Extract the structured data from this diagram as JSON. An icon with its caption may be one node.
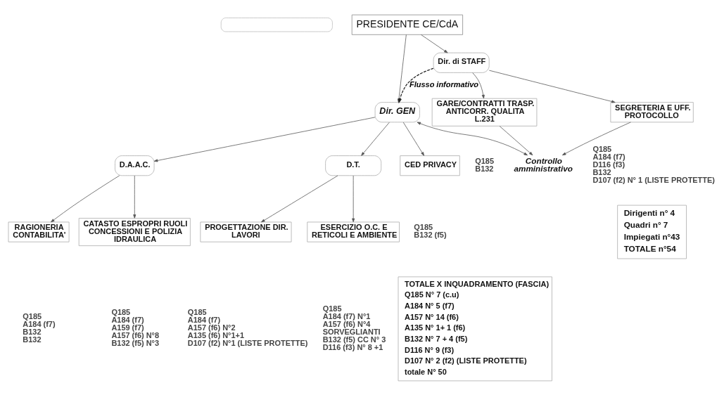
{
  "diagram": {
    "nodes": [
      {
        "text": [],
        "shape": "box"
      },
      {
        "text": [
          "PRESIDENTE CE/CdA"
        ]
      },
      {
        "text": [
          "Dir. GEN"
        ]
      },
      {
        "text": [
          "Dir. di STAFF"
        ]
      },
      {
        "text": [
          "D.A.A.C."
        ]
      },
      {
        "text": [
          "D.T."
        ]
      },
      {
        "text": [
          "CED PRIVACY"
        ],
        "beside": [
          "Q185",
          "B132 (f5)"
        ]
      },
      {
        "text": [
          "RAGIONERIA CONTABILITA'"
        ],
        "beside": [
          "Q185",
          "A184 (f7)",
          "B132",
          "B132"
        ]
      },
      {
        "text": [
          "CATASTO ESPROPRI RUOLI CONCESSIONI E POLIZIA IDRAULICA"
        ],
        "beside": [
          "Q185",
          "A184 (f7)",
          "A159 (f7)",
          "A157 (f6) N°8",
          "B132 (f5) N°3"
        ]
      },
      {
        "text": [
          "PROGETTAZIONE DIR. LAVORI"
        ],
        "beside": [
          "Q185",
          "A184 (f7)",
          "A157 (f6) N°2",
          "A135 (f6) N°1+1",
          "D107 (f2) N°1 (LISTE PROTETTE)"
        ]
      },
      {
        "text": [
          "ESERCIZIO O.C. E RETICOLI E AMBIENTE"
        ],
        "beside": [
          "Q185",
          "A184 (f7) N°1",
          "A157 (f6) N°4",
          "SORVEGLIANTI",
          "B132 (f5) CC N° 3",
          "D116 (f3) N° 8 +1"
        ]
      },
      {
        "text": [
          "GARE/CONTRATTI TRASP. ANTICORR. QUALITA L.231"
        ],
        "beside": [
          "Q185",
          "B132"
        ]
      },
      {
        "text": [
          "SEGRETERIA E UFF. PROTOCOLLO"
        ],
        "beside": [
          "Q185",
          "A184 (f7)",
          "D116 (f3)",
          "B132",
          "D107 (f2) N° 1 (LISTE PROTETTE)"
        ]
      },
      {
        "text": [
          "Controllo amministrativo"
        ]
      },
      {
        "text": [
          "TOTALE X INQUADRAMENTO (FASCIA)",
          "Q185 N° 7 (c.u)",
          "A184 N° 5 (f7)",
          "A157 N° 14 (f6)",
          "A135 N° 1+ 1 (f6)",
          "B132 N° 7 + 4 (f5)",
          "D116 N° 9 (f3)",
          "D107 N° 2 (f2) (LISTE PROTETTE)",
          "totale N° 50"
        ]
      },
      {
        "text": [
          "Dirigenti n° 4",
          "Quadri n° 7",
          "Impiegati n°43",
          "TOTALE n°54"
        ]
      }
    ],
    "edges": [
      {
        "from": 1,
        "to": 2,
        "arrow": "to"
      },
      {
        "from": 1,
        "to": 3,
        "arrow": "to"
      },
      {
        "from": 3,
        "to": 2,
        "arrow": "to",
        "style": "dashed",
        "label": "Flusso informativo"
      },
      {
        "from": 2,
        "to": 6,
        "arrow": "to"
      },
      {
        "from": 2,
        "to": 4,
        "arrow": "to"
      },
      {
        "from": 2,
        "to": 5,
        "arrow": "to"
      },
      {
        "from": 2,
        "to": 13,
        "arrow": "both"
      },
      {
        "from": 4,
        "to": 7,
        "arrow": "to"
      },
      {
        "from": 4,
        "to": 8,
        "arrow": "to"
      },
      {
        "from": 5,
        "to": 9,
        "arrow": "to"
      },
      {
        "from": 5,
        "to": 10,
        "arrow": "to"
      },
      {
        "from": 3,
        "to": 11,
        "arrow": "to"
      },
      {
        "from": 3,
        "to": 12,
        "arrow": "to"
      },
      {
        "from": 11,
        "to": 13,
        "arrow": "to"
      },
      {
        "from": 12,
        "to": 13,
        "arrow": "to"
      }
    ]
  }
}
